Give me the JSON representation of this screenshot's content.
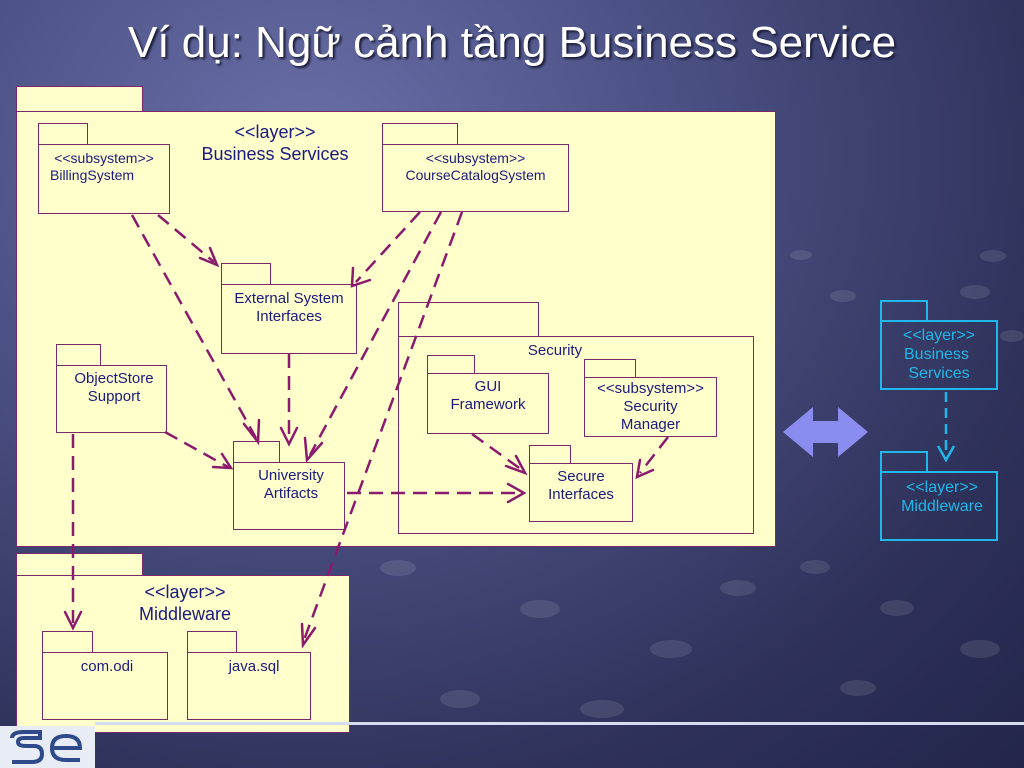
{
  "title": "Ví dụ: Ngữ cảnh tầng Business Service",
  "business_layer": {
    "stereotype": "<<layer>>",
    "name": "Business Services",
    "billing": {
      "stereotype": "<<subsystem>>",
      "name": "BillingSystem"
    },
    "course": {
      "stereotype": "<<subsystem>>",
      "name": "CourseCatalogSystem"
    },
    "external": {
      "line1": "External System",
      "line2": "Interfaces"
    },
    "objectstore": {
      "line1": "ObjectStore",
      "line2": "Support"
    },
    "university": {
      "line1": "University",
      "line2": "Artifacts"
    },
    "security": {
      "name": "Security",
      "gui": {
        "line1": "GUI",
        "line2": "Framework"
      },
      "manager": {
        "stereotype": "<<subsystem>>",
        "line1": "Security",
        "line2": "Manager"
      },
      "secure": {
        "line1": "Secure",
        "line2": "Interfaces"
      }
    }
  },
  "middleware_layer": {
    "stereotype": "<<layer>>",
    "name": "Middleware",
    "comodi": "com.odi",
    "javasql": "java.sql"
  },
  "side": {
    "business": {
      "stereotype": "<<layer>>",
      "line1": "Business",
      "line2": "Services"
    },
    "middleware": {
      "stereotype": "<<layer>>",
      "name": "Middleware"
    }
  },
  "colors": {
    "dependency": "#8b1a6e",
    "side": "#1fb8e8",
    "arrow": "#8a8cf0"
  }
}
